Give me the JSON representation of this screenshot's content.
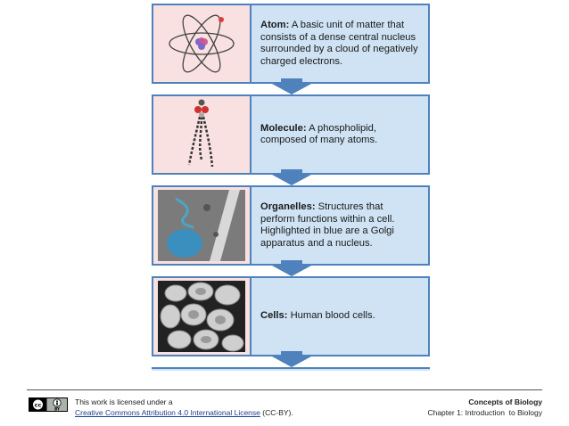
{
  "levels": [
    {
      "term": "Atom:",
      "desc": "A basic unit of matter that consists of a dense central nucleus surrounded by a cloud of negatively charged electrons.",
      "image": "atom-illustration"
    },
    {
      "term": "Molecule:",
      "desc": "A phospholipid, composed of many atoms.",
      "image": "phospholipid-molecule-model"
    },
    {
      "term": "Organelles:",
      "desc": "Structures that perform functions within a cell. Highlighted in blue are a Golgi apparatus and a nucleus.",
      "image": "electron-micrograph-organelles"
    },
    {
      "term": "Cells:",
      "desc": "Human blood cells.",
      "image": "blood-cells-micrograph"
    }
  ],
  "footer": {
    "license_prefix": "This work is licensed under a",
    "license_link": "Creative Commons Attribution 4.0 International License",
    "license_suffix": " (CC-BY).",
    "book_title": "Concepts of Biology",
    "chapter": "Chapter 1: Introduction  to Biology",
    "badge": {
      "cc": "cc",
      "by": "BY"
    }
  },
  "colors": {
    "text_fill": "#cfe3f4",
    "image_fill": "#f9e1e1",
    "border": "#4f81bd",
    "arrow": "#4f81bd"
  }
}
